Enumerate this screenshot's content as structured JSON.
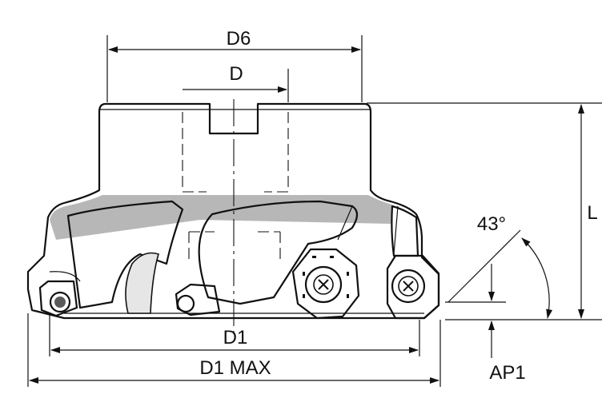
{
  "drawing": {
    "colors": {
      "body_fill": "#9c9c9c",
      "body_shade": "#7c7c7c",
      "insert_fill": "#d9d9d9",
      "line": "#111111",
      "background": "#ffffff"
    },
    "labels": {
      "d6": "D6",
      "d": "D",
      "l": "L",
      "angle": "43°",
      "d1": "D1",
      "d1_max": "D1 MAX",
      "ap1": "AP1"
    }
  }
}
